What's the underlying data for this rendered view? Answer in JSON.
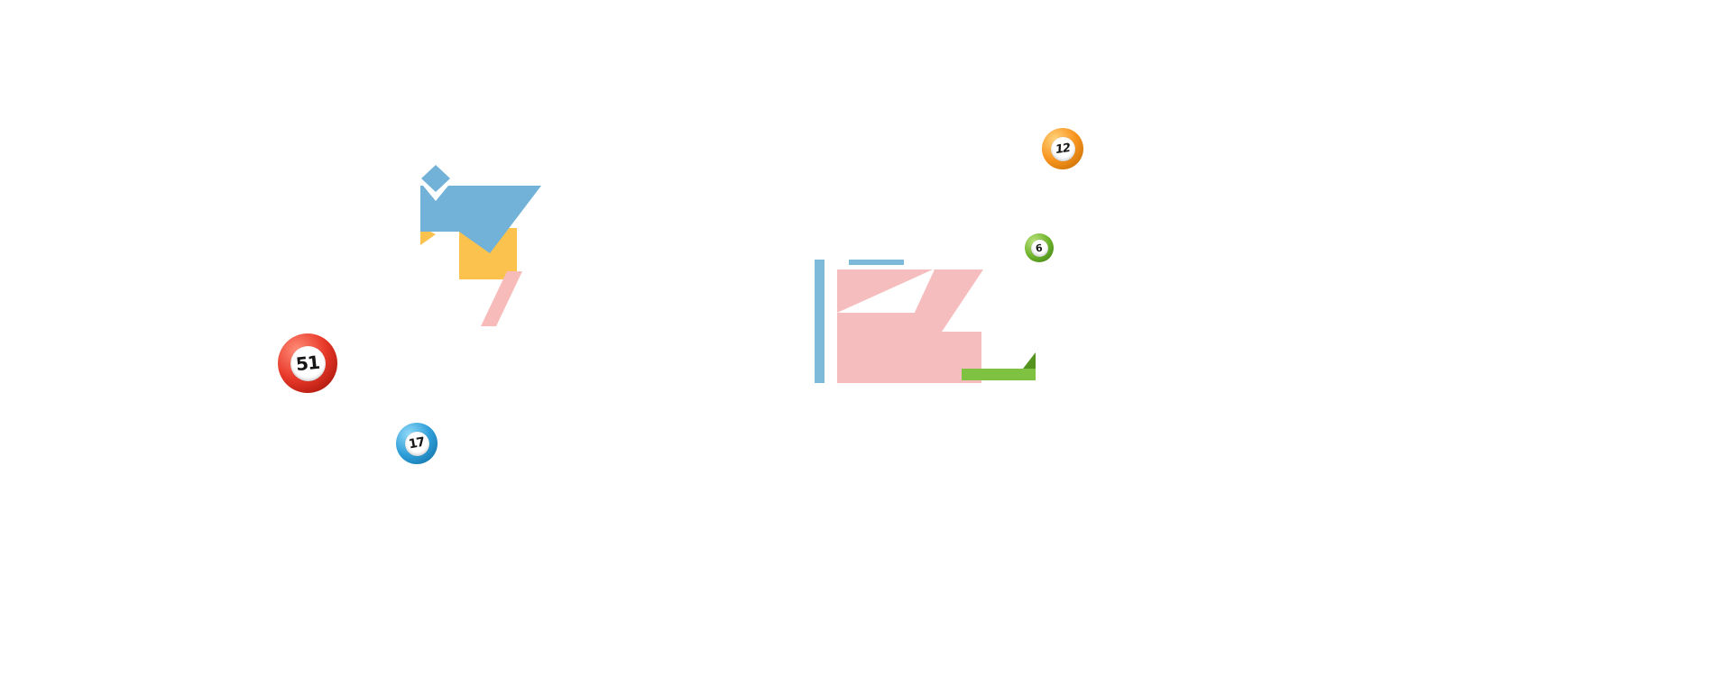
{
  "page": {
    "background_color": "#ffffff",
    "description": "Bingo game hero area with origami-bird graphic, partially drawn 32 logo and floating bingo balls"
  },
  "graphics": {
    "origami_bird": {
      "label": "origami-bird-illustration",
      "colors": {
        "blue": "#72b1d8",
        "yellow": "#fbc34d",
        "pink": "#f7bcba",
        "white": "#ffffff"
      }
    },
    "logo32": {
      "label": "partial-32-logo-illustration",
      "colors": {
        "blue_bar": "#7db9d9",
        "pink": "#f5bdbd",
        "green": "#7fc241",
        "green_dark": "#55931f"
      }
    }
  },
  "balls": [
    {
      "number": "51",
      "color_name": "red",
      "hex": "#e8392a"
    },
    {
      "number": "17",
      "color_name": "blue",
      "hex": "#2f9fd9"
    },
    {
      "number": "12",
      "color_name": "orange",
      "hex": "#f8941e"
    },
    {
      "number": "6",
      "color_name": "green",
      "hex": "#6db32c"
    }
  ]
}
